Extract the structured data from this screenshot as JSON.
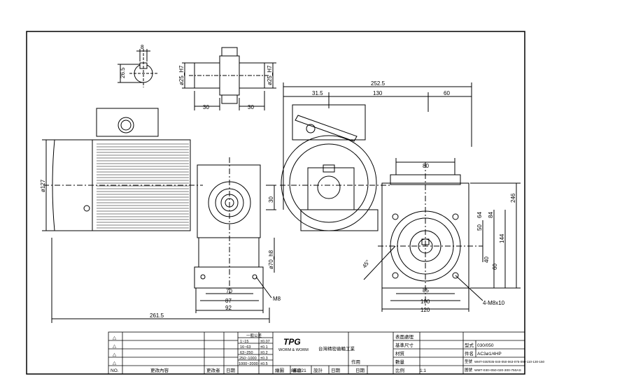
{
  "dimensions": {
    "overall_length": "261.5",
    "motor_diameter": "ø127",
    "gearbox_width_87": "87",
    "gearbox_width_92": "92",
    "gearbox_width_70": "70",
    "mount_hole": "M8",
    "output_height_30": "30",
    "output_bore": "ø70_h8",
    "top_total": "252.5",
    "top_31_5": "31.5",
    "top_130": "130",
    "top_60": "60",
    "flange_80": "80",
    "height_246": "246",
    "height_144": "144",
    "height_84": "84",
    "height_64": "64",
    "height_50": "50",
    "height_40": "40",
    "height_60": "60",
    "angle_45": "45°",
    "base_85": "85",
    "base_100": "100",
    "base_120": "120",
    "base_holes": "4-M8x10",
    "shaft_bore_left": "ø25_H7",
    "shaft_bore_right": "ø25_H7",
    "shaft_30_left": "30",
    "shaft_30_right": "30",
    "key_width": "8",
    "key_height": "26.5"
  },
  "title_block": {
    "revision_marks": [
      "△",
      "△",
      "△",
      "△"
    ],
    "no_label": "NO.",
    "change_content_label": "更改內容",
    "change_person_label": "更改者",
    "date_label": "日期",
    "tolerance_header": "一般公差",
    "tolerance_rows": [
      {
        "range": "1~15",
        "value": "±0.07"
      },
      {
        "range": "16~63",
        "value": "±0.1"
      },
      {
        "range": "63~250",
        "value": "±0.2"
      },
      {
        "range": "250~1000",
        "value": "±0.3"
      },
      {
        "range": "1000~2000",
        "value": "±0.5"
      }
    ],
    "drawn_label": "繪圖",
    "approved_label": "審查",
    "designed_label": "設計",
    "date_value": "881221",
    "date_label_2": "日期",
    "logo_text": "TPG",
    "company_sub": "WORM & WORM",
    "company_name": "台灣精密齒輪工業",
    "made_label": "作用",
    "date_label_3": "日期",
    "surface_label": "表面處理",
    "standard_size_label": "基準尺寸",
    "material_label": "材質",
    "qty_label": "數量",
    "scale_label": "比例",
    "scale_value": "1:1",
    "type_label": "型式",
    "type_value": "030/050",
    "item_label": "件名",
    "item_value": "AC3ø1/4HP",
    "model_label": "型號",
    "model_value": "WMT-030/035-040-050-063-075-090-110-130-150",
    "drawing_no_label": "圖號",
    "drawing_no_value": "WMT-030+050-020-300-750AS"
  }
}
